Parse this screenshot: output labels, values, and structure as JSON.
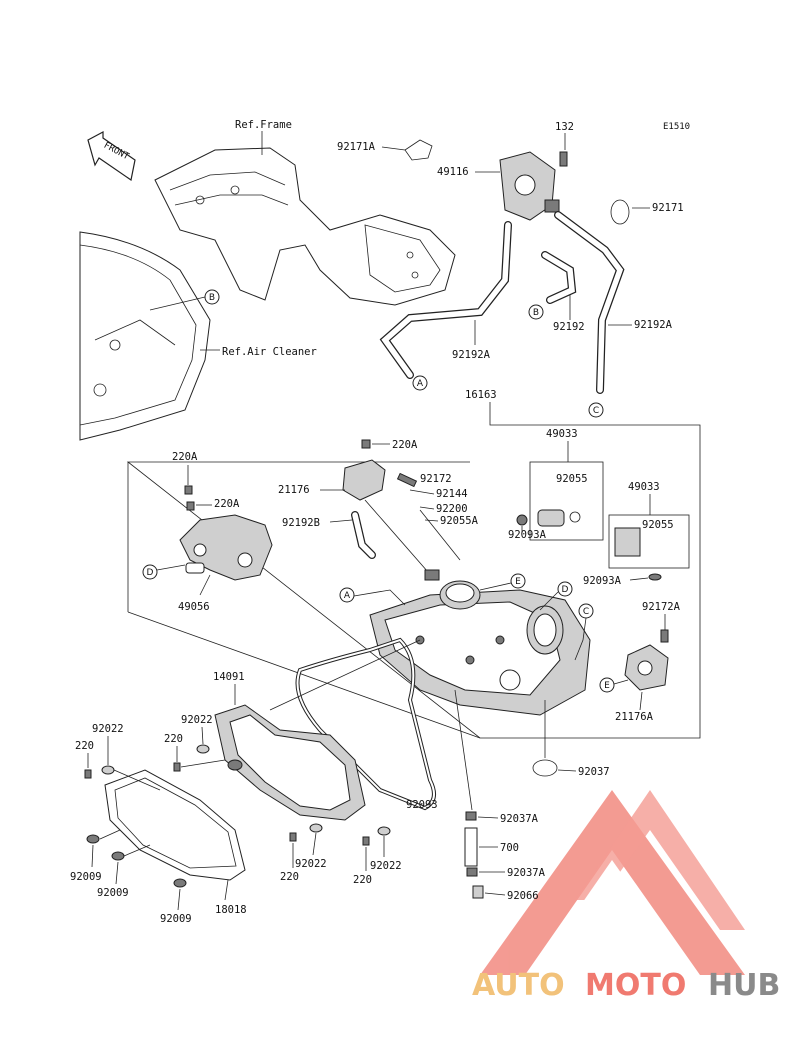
{
  "diagram": {
    "code": "E1510",
    "front_label": "FRONT",
    "references": {
      "frame": "Ref.Frame",
      "air_cleaner": "Ref.Air Cleaner"
    },
    "callouts": {
      "a": "A",
      "b": "B",
      "c": "C",
      "d": "D",
      "e": "E"
    },
    "parts": {
      "p92171A": "92171A",
      "p132": "132",
      "p49116": "49116",
      "p92171": "92171",
      "p92192": "92192",
      "p92192A_left": "92192A",
      "p92192A_right": "92192A",
      "p16163": "16163",
      "p49033_top": "49033",
      "p49033_right": "49033",
      "p92055_top": "92055",
      "p92055_right": "92055",
      "p220A_top": "220A",
      "p220A_left": "220A",
      "p220A_mid": "220A",
      "p21176": "21176",
      "p92172": "92172",
      "p92144": "92144",
      "p92200": "92200",
      "p92055A": "92055A",
      "p92192B": "92192B",
      "p92093A_top": "92093A",
      "p92093A_right": "92093A",
      "p49056": "49056",
      "p92172A": "92172A",
      "p21176A": "21176A",
      "p14091": "14091",
      "p92022_left": "92022",
      "p92022_mid": "92022",
      "p92022_bot": "92022",
      "p92022_right": "92022",
      "p220_left": "220",
      "p220_mid": "220",
      "p220_bot": "220",
      "p220_right": "220",
      "p92037": "92037",
      "p92093": "92093",
      "p92037A_top": "92037A",
      "p700": "700",
      "p92037A_bot": "92037A",
      "p92066": "92066",
      "p92009_a": "92009",
      "p92009_b": "92009",
      "p92009_c": "92009",
      "p18018": "18018"
    }
  },
  "watermark": {
    "part1": "AUTO",
    "part2": "MOTO",
    "part3": "HUB",
    "colors": {
      "auto": "#f2c27a",
      "moto": "#f07a70",
      "hub": "#8a8a8a",
      "logo": "#f28a80"
    }
  }
}
